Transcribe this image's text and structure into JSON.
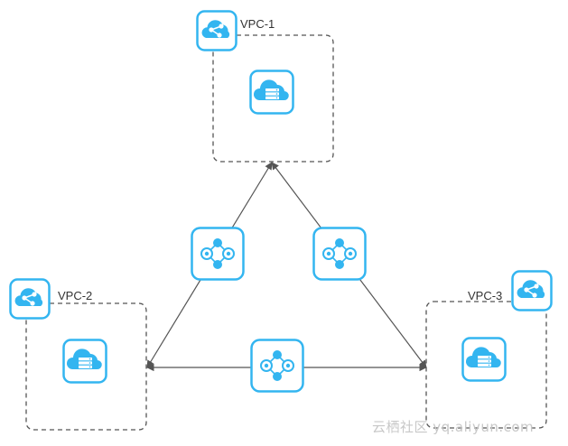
{
  "vpcs": [
    {
      "label": "VPC-1"
    },
    {
      "label": "VPC-2"
    },
    {
      "label": "VPC-3"
    }
  ],
  "icons": {
    "vpc": "vpc-cloud-icon",
    "server": "cloud-server-icon",
    "peering": "peering-connection-icon"
  },
  "colors": {
    "accent": "#33b5f0",
    "line": "#555555",
    "dashed_border": "#555555"
  },
  "watermark": "云栖社区 yq.aliyun.com"
}
